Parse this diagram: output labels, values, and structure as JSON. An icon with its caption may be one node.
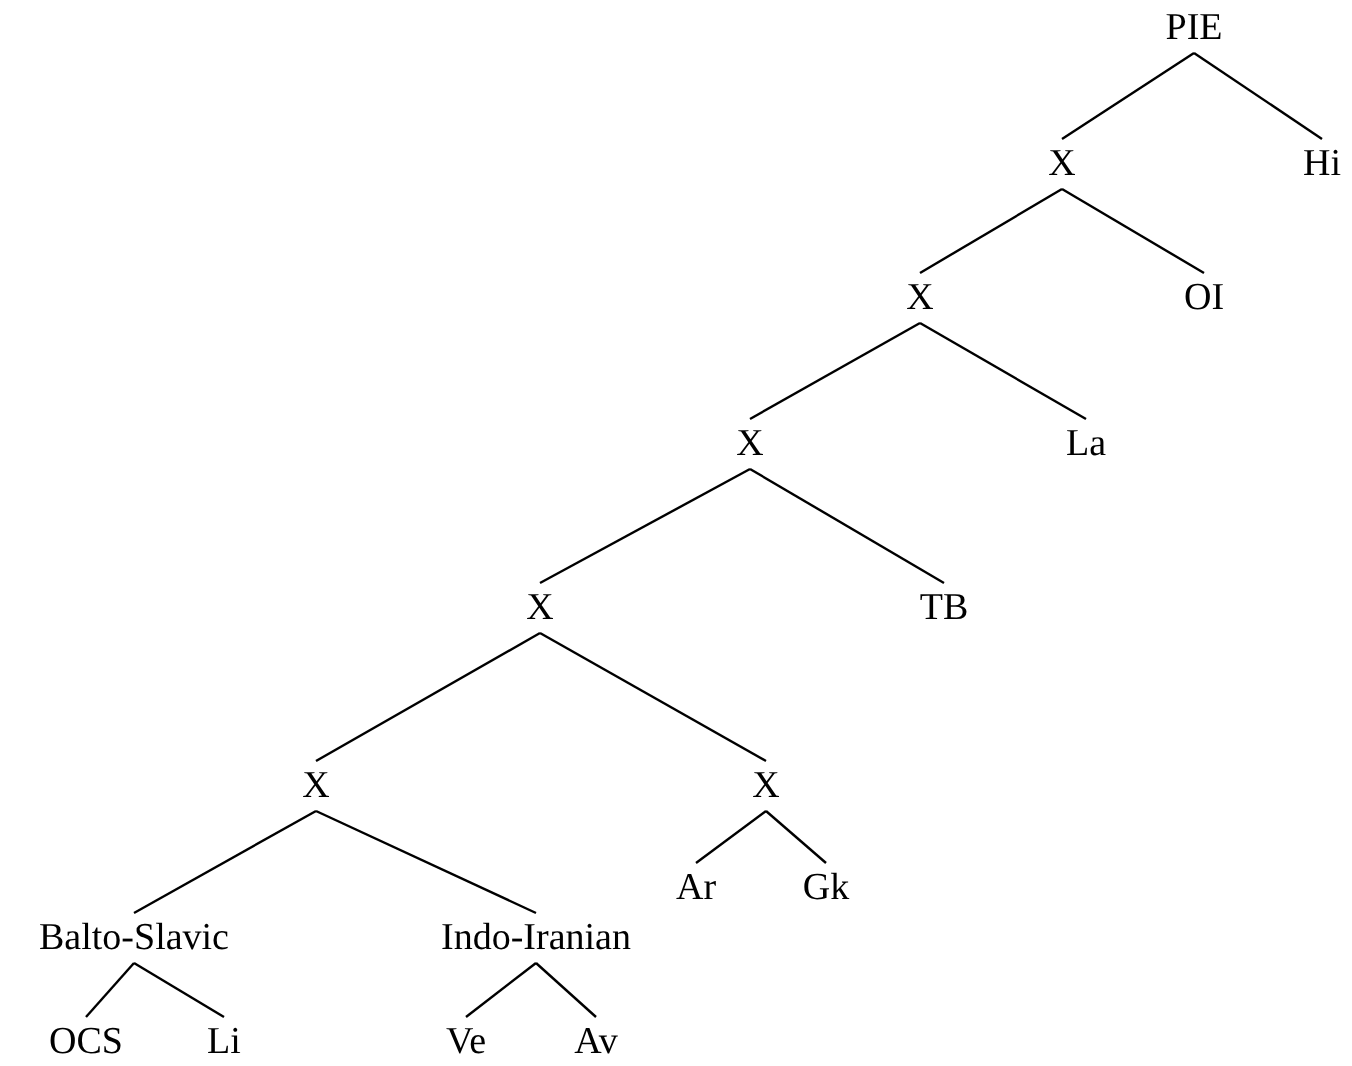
{
  "diagram": {
    "nodes": [
      {
        "text": [
          "PIE"
        ]
      },
      {
        "text": [
          "X"
        ]
      },
      {
        "text": [
          "Hi"
        ]
      },
      {
        "text": [
          "X"
        ]
      },
      {
        "text": [
          "OI"
        ]
      },
      {
        "text": [
          "X"
        ]
      },
      {
        "text": [
          "La"
        ]
      },
      {
        "text": [
          "X"
        ]
      },
      {
        "text": [
          "TB"
        ]
      },
      {
        "text": [
          "X"
        ]
      },
      {
        "text": [
          "X"
        ]
      },
      {
        "text": [
          "Balto-Slavic"
        ]
      },
      {
        "text": [
          "Indo-Iranian"
        ]
      },
      {
        "text": [
          "Ar"
        ]
      },
      {
        "text": [
          "Gk"
        ]
      },
      {
        "text": [
          "OCS"
        ]
      },
      {
        "text": [
          "Li"
        ]
      },
      {
        "text": [
          "Ve"
        ]
      },
      {
        "text": [
          "Av"
        ]
      }
    ],
    "edges": [
      {
        "from": 0,
        "to": 1,
        "arrow": "none"
      },
      {
        "from": 0,
        "to": 2,
        "arrow": "none"
      },
      {
        "from": 1,
        "to": 3,
        "arrow": "none"
      },
      {
        "from": 1,
        "to": 4,
        "arrow": "none"
      },
      {
        "from": 3,
        "to": 5,
        "arrow": "none"
      },
      {
        "from": 3,
        "to": 6,
        "arrow": "none"
      },
      {
        "from": 5,
        "to": 7,
        "arrow": "none"
      },
      {
        "from": 5,
        "to": 8,
        "arrow": "none"
      },
      {
        "from": 7,
        "to": 9,
        "arrow": "none"
      },
      {
        "from": 7,
        "to": 10,
        "arrow": "none"
      },
      {
        "from": 9,
        "to": 11,
        "arrow": "none"
      },
      {
        "from": 9,
        "to": 12,
        "arrow": "none"
      },
      {
        "from": 10,
        "to": 13,
        "arrow": "none"
      },
      {
        "from": 10,
        "to": 14,
        "arrow": "none"
      },
      {
        "from": 11,
        "to": 15,
        "arrow": "none"
      },
      {
        "from": 11,
        "to": 16,
        "arrow": "none"
      },
      {
        "from": 12,
        "to": 17,
        "arrow": "none"
      },
      {
        "from": 12,
        "to": 18,
        "arrow": "none"
      }
    ]
  }
}
